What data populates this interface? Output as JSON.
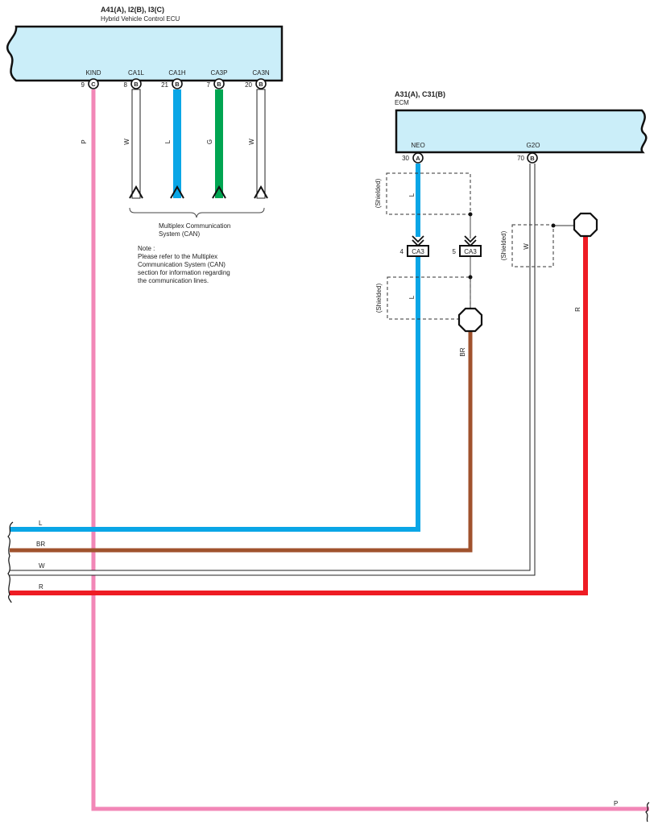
{
  "hv_ecu": {
    "title": "A41(A), I2(B), I3(C)",
    "subtitle": "Hybrid Vehicle Control ECU",
    "pins": [
      {
        "label": "KIND",
        "num": "9",
        "conn": "C",
        "wire": "P"
      },
      {
        "label": "CA1L",
        "num": "8",
        "conn": "B",
        "wire": "W"
      },
      {
        "label": "CA1H",
        "num": "21",
        "conn": "B",
        "wire": "L"
      },
      {
        "label": "CA3P",
        "num": "7",
        "conn": "B",
        "wire": "G"
      },
      {
        "label": "CA3N",
        "num": "20",
        "conn": "B",
        "wire": "W"
      }
    ]
  },
  "ecm": {
    "title": "A31(A), C31(B)",
    "subtitle": "ECM",
    "pins": [
      {
        "label": "NEO",
        "num": "30",
        "conn": "A",
        "wire": "L"
      },
      {
        "label": "G2O",
        "num": "70",
        "conn": "B",
        "wire": "W"
      }
    ]
  },
  "can_label": {
    "line1": "Multiplex Communication",
    "line2": "System (CAN)"
  },
  "note": {
    "line1": "Note :",
    "line2": "Please refer to the Multiplex",
    "line3": "Communication System (CAN)",
    "line4": "section for information regarding",
    "line5": "the communication lines."
  },
  "shielded_label": "(Shielded)",
  "ca3": {
    "name": "CA3",
    "pin_left": "4",
    "pin_right": "5"
  },
  "wire_labels": {
    "l_upper": "L",
    "l_lower": "L",
    "w_g2o": "W",
    "br": "BR",
    "r": "R",
    "p": "P"
  },
  "bottom_wires": [
    {
      "label": "L",
      "color": "#0aa6e6"
    },
    {
      "label": "BR",
      "color": "#a0522d"
    },
    {
      "label": "W",
      "color": "#ffffff"
    },
    {
      "label": "R",
      "color": "#ee1c24"
    }
  ],
  "p_out_label": "P",
  "colors": {
    "ecu_fill": "#cbeef9",
    "L": "#0aa6e6",
    "G": "#00a551",
    "P": "#f287b7",
    "BR": "#a0522d",
    "R": "#ee1c24",
    "W": "#ffffff"
  }
}
